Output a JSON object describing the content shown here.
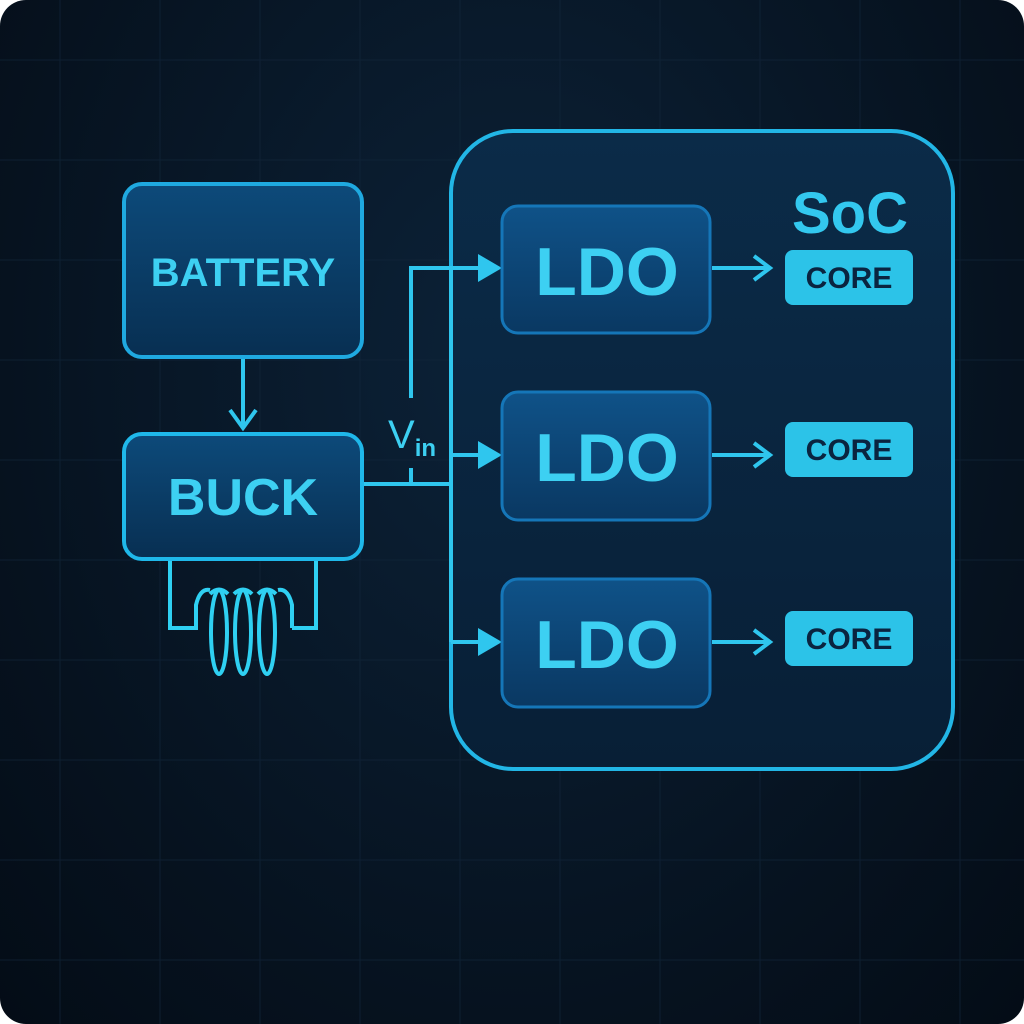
{
  "diagram": {
    "battery_label": "BATTERY",
    "buck_label": "BUCK",
    "vin_label": "V",
    "vin_subscript": "in",
    "soc_label": "SoC",
    "ldos": [
      {
        "label": "LDO",
        "core_label": "CORE"
      },
      {
        "label": "LDO",
        "core_label": "CORE"
      },
      {
        "label": "LDO",
        "core_label": "CORE"
      }
    ]
  },
  "colors": {
    "accent": "#2fc6ee",
    "box_fill": "#0b3d66",
    "core_fill": "#2cc3e8",
    "core_text": "#0a2440"
  }
}
